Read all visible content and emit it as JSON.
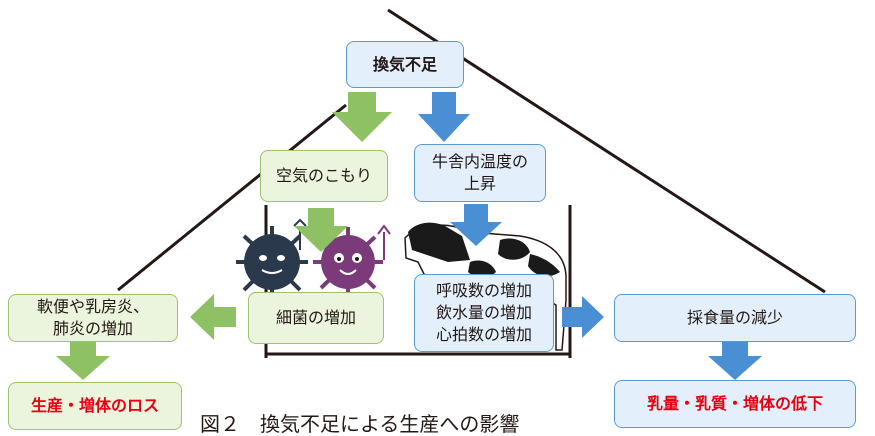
{
  "boxes": {
    "ventilation": "換気不足",
    "stuffy_air": "空気のこもり",
    "temp_rise": [
      "牛舎内温度の",
      "上昇"
    ],
    "bacteria": "細菌の増加",
    "respiration": [
      "呼吸数の増加",
      "飲水量の増加",
      "心拍数の増加"
    ],
    "diarrhea": [
      "軟便や乳房炎、",
      "肺炎の増加"
    ],
    "feed_intake": "採食量の減少",
    "loss": "生産・増体のロス",
    "decline": "乳量・乳質・増体の低下"
  },
  "caption": "図２　換気不足による生産への影響",
  "colors": {
    "green_arrow": "#8dc163",
    "blue_arrow": "#4a8fd4",
    "red_text": "#e60012"
  }
}
